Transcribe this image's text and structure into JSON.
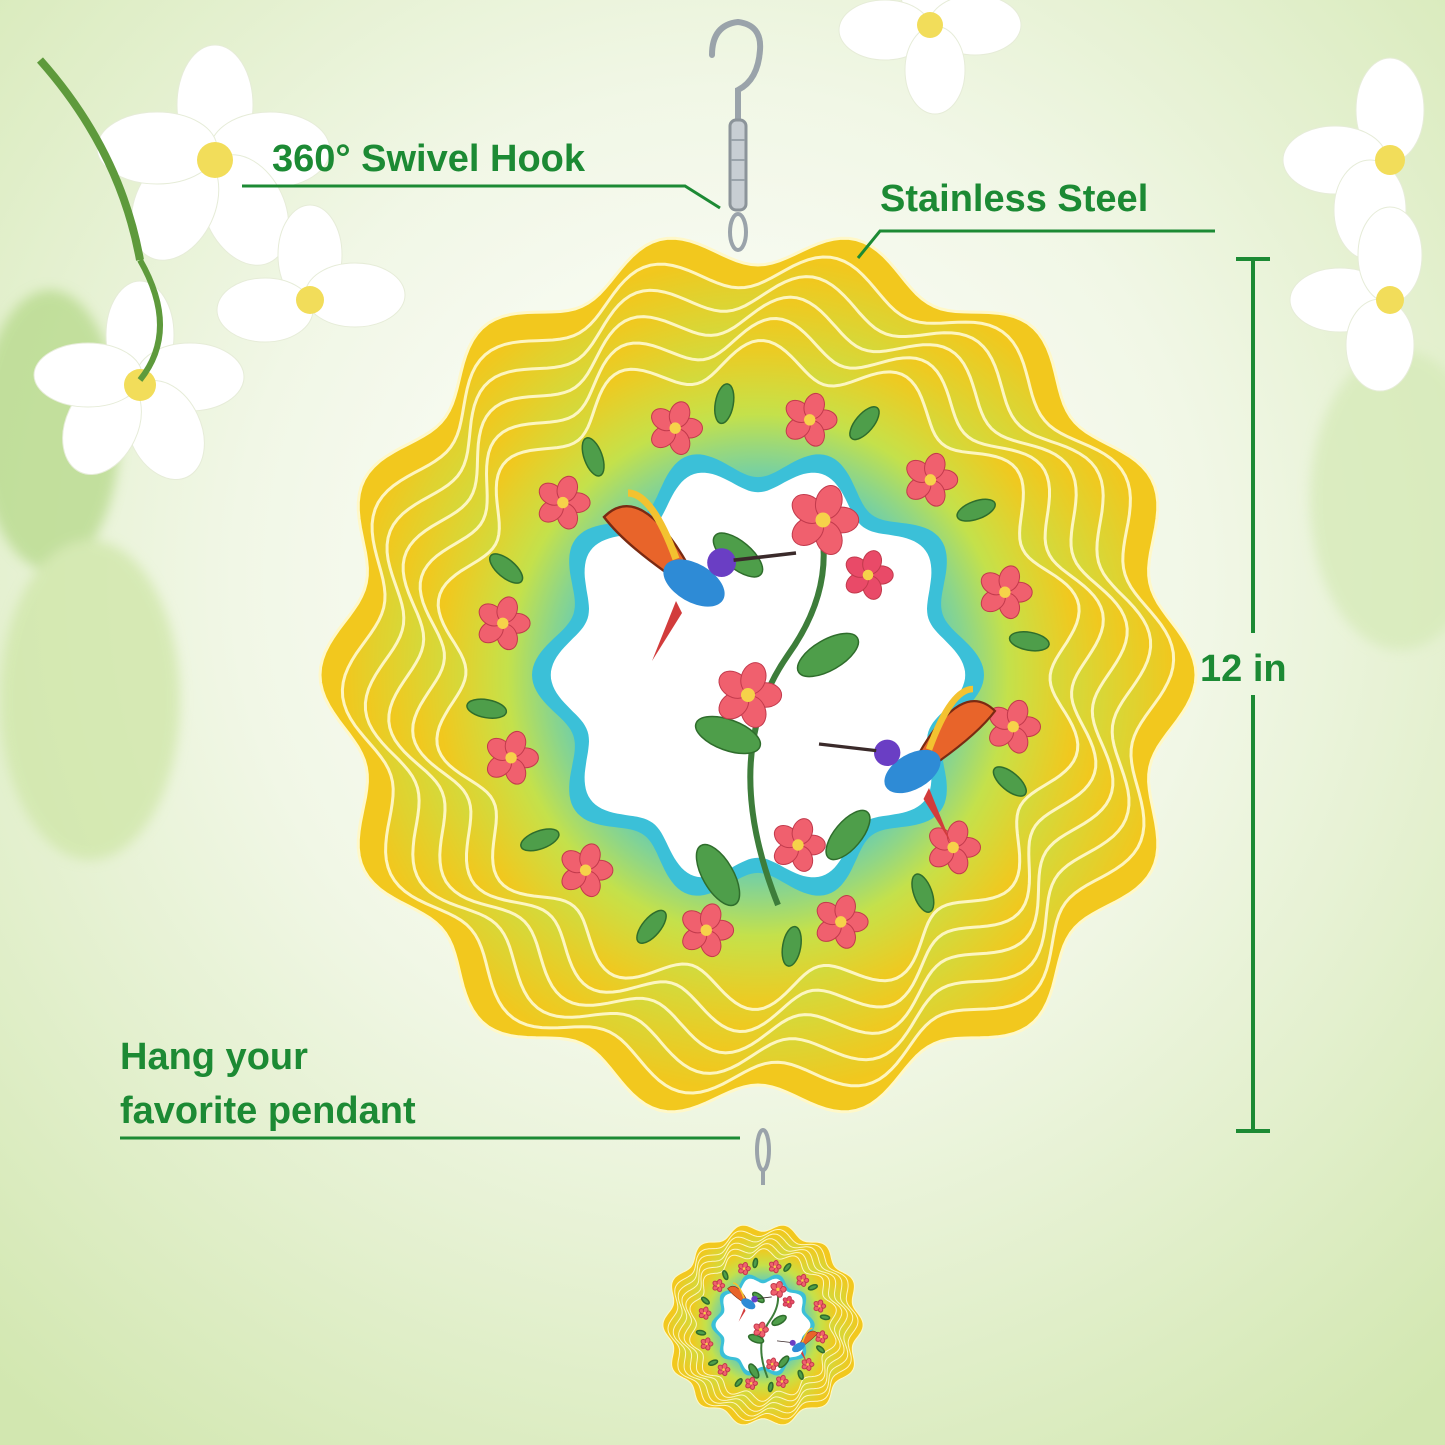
{
  "labels": {
    "swivel_hook": "360° Swivel Hook",
    "material": "Stainless Steel",
    "size": "12 in",
    "pendant_line1": "Hang your",
    "pendant_line2": "favorite pendant"
  },
  "colors": {
    "label_green": "#1c8a34",
    "spinner_yellow": "#f2c81e",
    "spinner_green": "#8fd25a",
    "spinner_teal": "#3bc0d8",
    "flower_pink": "#f0606e"
  },
  "icons": [
    "swivel-hook-icon",
    "hummingbird-icon",
    "flower-icon",
    "leaf-icon",
    "jasmine-blossom-icon"
  ]
}
